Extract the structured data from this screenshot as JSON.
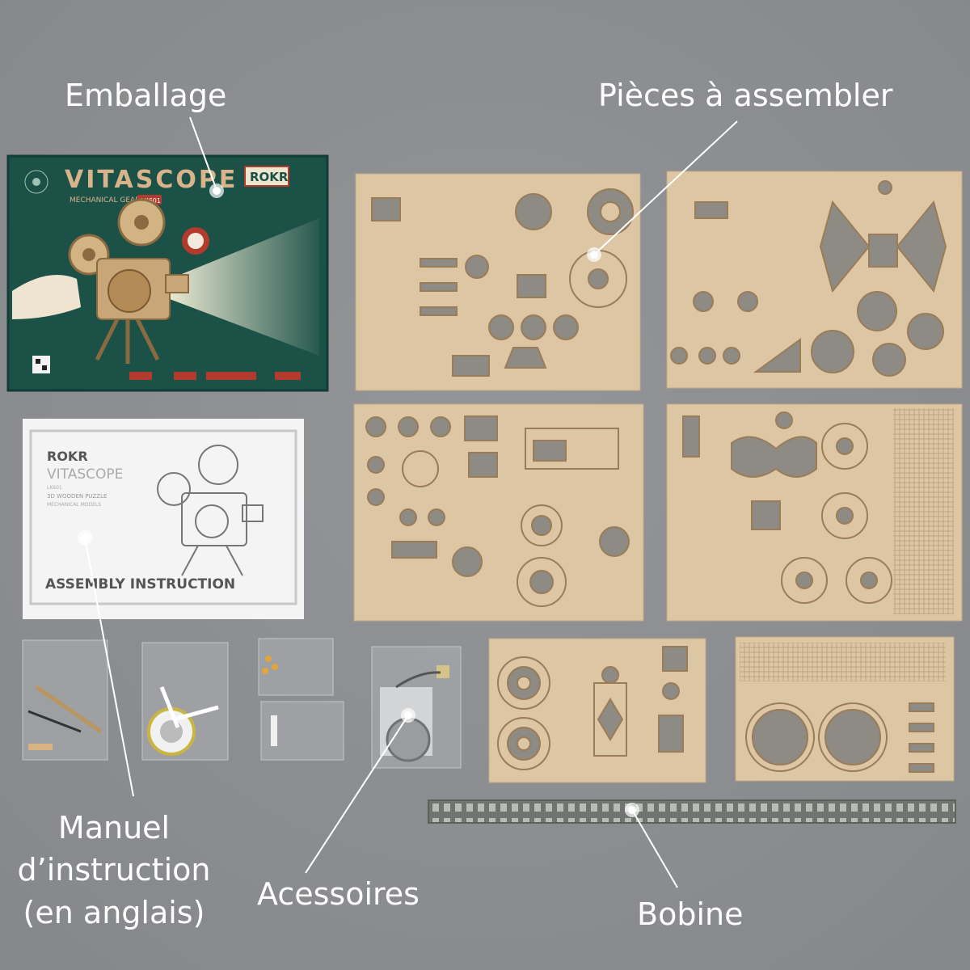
{
  "labels": {
    "packaging": "Emballage",
    "parts": "Pièces à assembler",
    "manual_line1": "Manuel",
    "manual_line2": "d’instruction",
    "manual_line3": "(en anglais)",
    "accessories": "Acessoires",
    "reel": "Bobine"
  },
  "box": {
    "title": "VITASCOPE",
    "subtitle": "MECHANICAL GEAR",
    "code": "LK601",
    "brand": "ROKR"
  },
  "manual": {
    "brand": "ROKR",
    "title": "VITASCOPE",
    "code": "LK601",
    "line1": "3D WOODEN PUZZLE",
    "line2": "MECHANICAL MODELS",
    "heading": "ASSEMBLY INSTRUCTION"
  },
  "colors": {
    "background": "#8d8f92",
    "box_green": "#1c5148",
    "wood": "#dcc6a4",
    "label_text": "#ffffff"
  }
}
